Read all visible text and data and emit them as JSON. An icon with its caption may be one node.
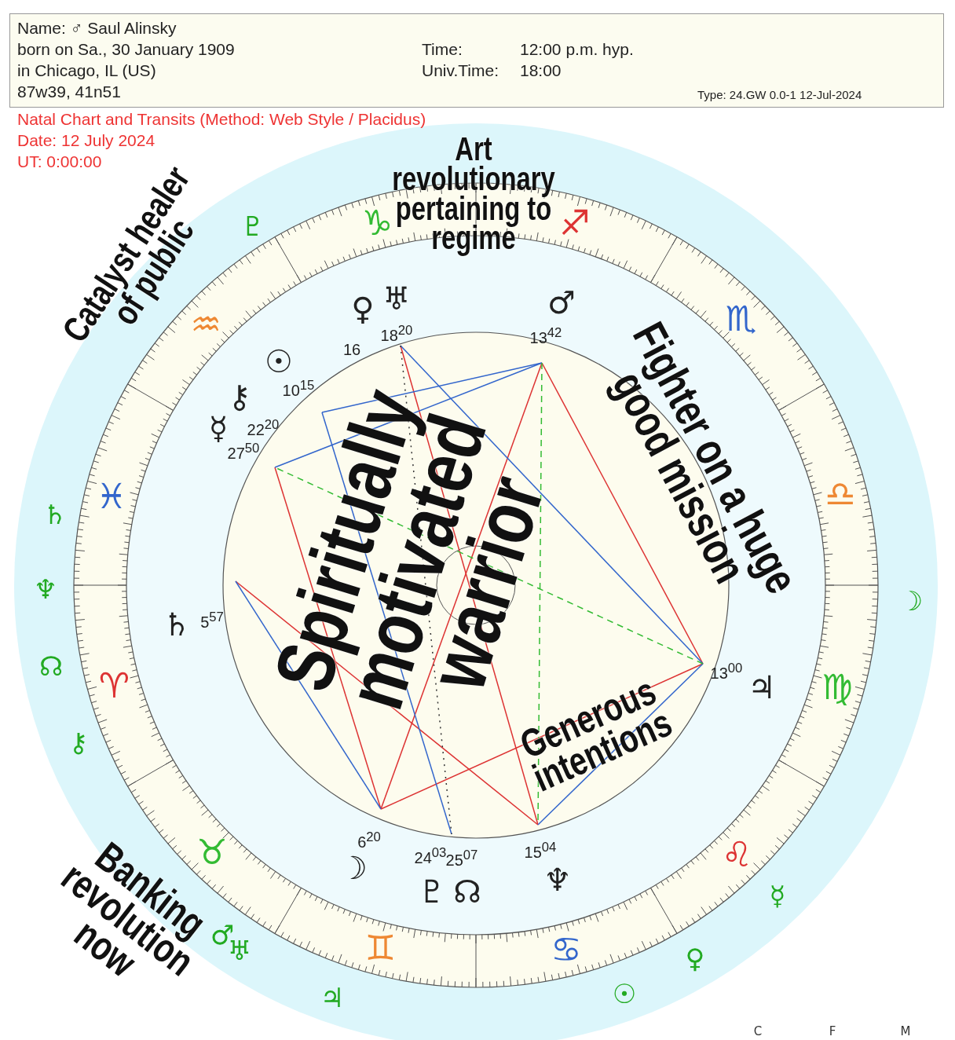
{
  "diagram": {
    "labels": [
      "Name: ♂ Saul Alinsky",
      "born on Sa., 30 January 1909",
      "in Chicago, IL (US)",
      "87w39, 41n51",
      "Time:",
      "12:00 p.m. hyp.",
      "Univ.Time:",
      "18:00",
      "Type: 24.GW 0.0-1 12-Jul-2024",
      "Natal Chart and Transits (Method: Web Style / Placidus)",
      "Date: 12 July 2024",
      "UT: 0:00:00",
      "♑",
      "♐",
      "♏",
      "♎",
      "♍",
      "♌",
      "♊",
      "♋",
      "♉",
      "♈",
      "♓",
      "♒",
      "♇",
      "♄",
      "♆",
      "☊",
      "⚷",
      "♂",
      "♅",
      "♃",
      "☉",
      "♀",
      "☿",
      "☽",
      "♀",
      "♅",
      "♂",
      "☉",
      "⚷",
      "☿",
      "♄",
      "☽",
      "♇",
      "☊",
      "♆",
      "♃",
      "16",
      "18$^{20}$",
      "13$^{42}$",
      "10$^{15}$",
      "22$^{20}$",
      "27$^{50}$",
      "5$^{57}$",
      "6$^{20}$",
      "24$^{03}$",
      "25$^{07}$",
      "15$^{04}$",
      "13$^{00}$",
      "C",
      "F",
      "M",
      "Catalyst healer of public",
      "Art revolutionary pertaining to regime",
      "Spiritually motivated warrior",
      "Fighter on a huge good mission",
      "Generous intentions",
      "Banking revolution now"
    ]
  }
}
